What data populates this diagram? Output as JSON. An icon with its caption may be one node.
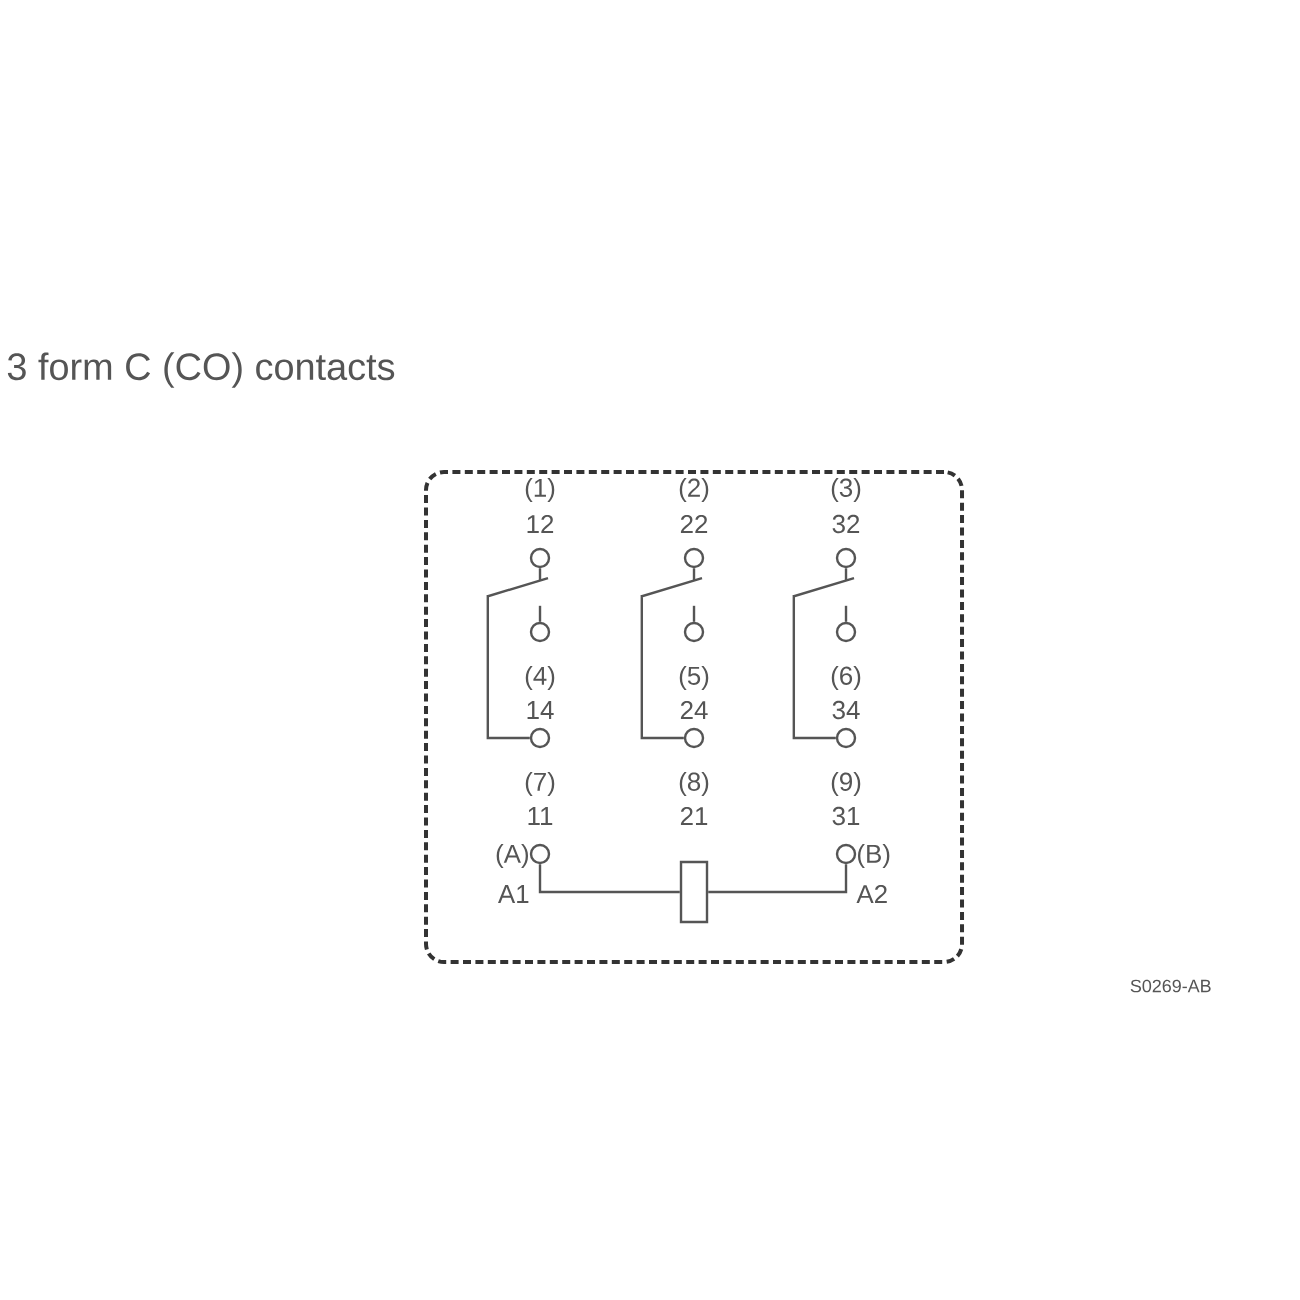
{
  "diagram": {
    "title": "3 form C (CO) contacts",
    "nodes": [
      {
        "text": [],
        "shape": "box"
      },
      {
        "text": [],
        "shape": "circle",
        "beside": [
          "(1)",
          "12"
        ],
        "in": 0
      },
      {
        "text": [],
        "shape": "circle",
        "beside": [
          "(2)",
          "22"
        ],
        "in": 0
      },
      {
        "text": [],
        "shape": "circle",
        "beside": [
          "(3)",
          "32"
        ],
        "in": 0
      },
      {
        "text": [],
        "shape": "circle",
        "beside": [
          "(4)",
          "14"
        ],
        "in": 0
      },
      {
        "text": [],
        "shape": "circle",
        "beside": [
          "(5)",
          "24"
        ],
        "in": 0
      },
      {
        "text": [],
        "shape": "circle",
        "beside": [
          "(6)",
          "34"
        ],
        "in": 0
      },
      {
        "text": [],
        "shape": "circle",
        "beside": [
          "(7)",
          "11"
        ],
        "in": 0
      },
      {
        "text": [],
        "shape": "circle",
        "beside": [
          "(8)",
          "21"
        ],
        "in": 0
      },
      {
        "text": [],
        "shape": "circle",
        "beside": [
          "(9)",
          "31"
        ],
        "in": 0
      },
      {
        "text": [],
        "shape": "circle",
        "beside": [
          "(A)",
          "A1"
        ],
        "in": 0
      },
      {
        "text": [],
        "shape": "box",
        "in": 0
      },
      {
        "text": [],
        "shape": "circle",
        "beside": [
          "(B)",
          "A2"
        ],
        "in": 0
      }
    ],
    "edges": [
      {
        "from": 7,
        "to": 1,
        "arrow": "none"
      },
      {
        "from": 8,
        "to": 2,
        "arrow": "none"
      },
      {
        "from": 9,
        "to": 3,
        "arrow": "none"
      },
      {
        "from": 10,
        "to": 11,
        "arrow": "none"
      },
      {
        "from": 11,
        "to": 12,
        "arrow": "none"
      }
    ],
    "labels": [
      "S0269-AB"
    ]
  }
}
